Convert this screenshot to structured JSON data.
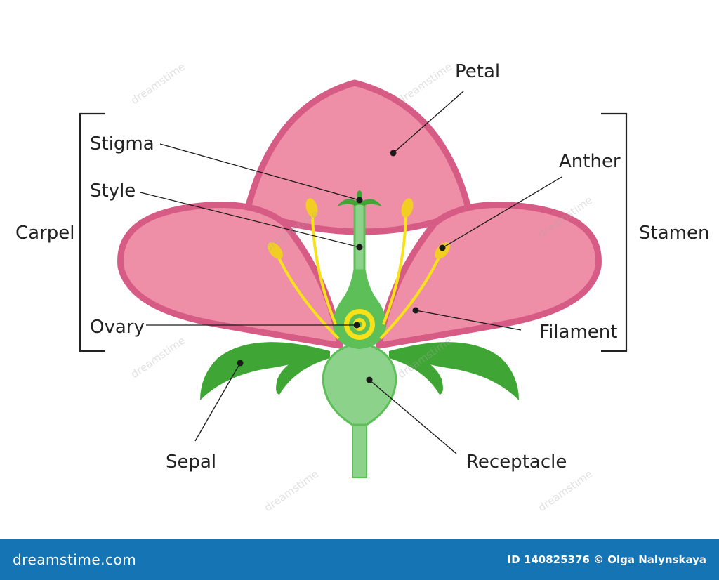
{
  "labels": {
    "petal": "Petal",
    "stigma": "Stigma",
    "style": "Style",
    "anther": "Anther",
    "carpel": "Carpel",
    "stamen": "Stamen",
    "ovary": "Ovary",
    "filament": "Filament",
    "sepal": "Sepal",
    "receptacle": "Receptacle"
  },
  "watermark": "dreamstime",
  "footer": {
    "logo": "dreamstime.com",
    "credit": "ID 140825376 © Olga Nalynskaya"
  },
  "colors": {
    "petal_fill": "#ef8ea7",
    "petal_edge": "#d65c85",
    "sepal_green": "#3fa636",
    "receptacle_green": "#8dd28a",
    "pistil_green": "#5cbf58",
    "filament_yellow": "#f7e21a",
    "anther_yellow": "#f2cd24",
    "footer_blue": "#1574b4"
  }
}
